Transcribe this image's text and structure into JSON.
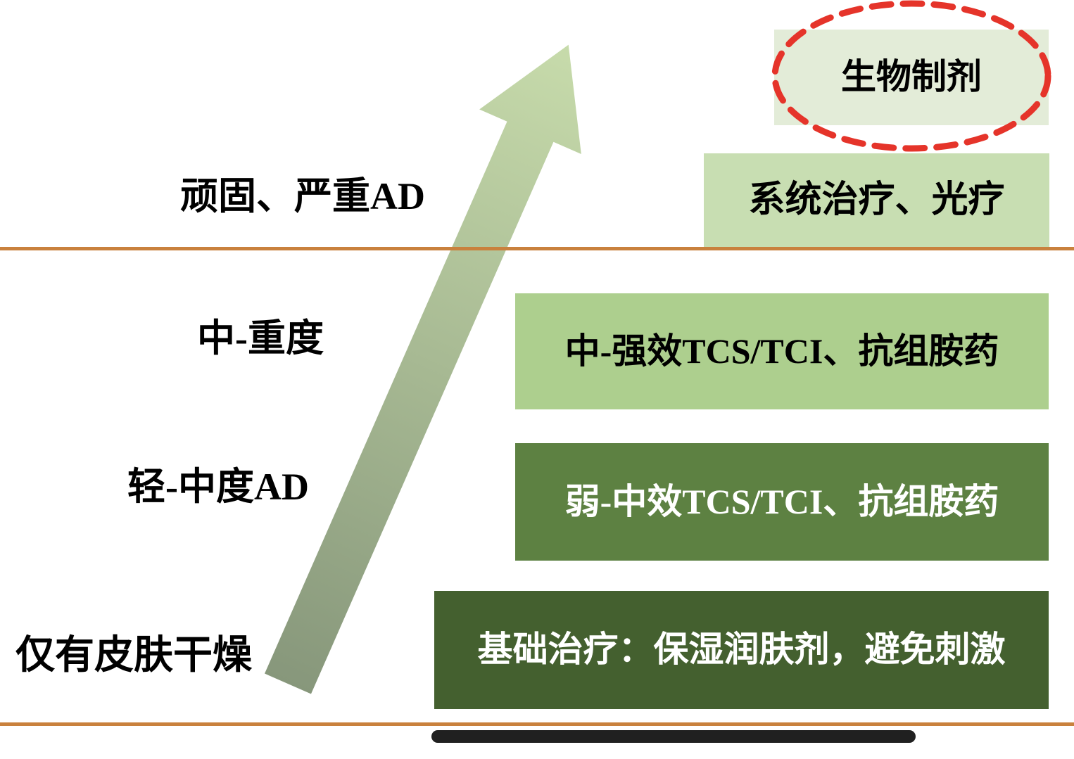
{
  "diagram": {
    "severity_labels": [
      {
        "text": "顽固、严重AD"
      },
      {
        "text": "中-重度"
      },
      {
        "text": "轻-中度AD"
      },
      {
        "text": "仅有皮肤干燥"
      }
    ],
    "treatments": [
      {
        "label": "生物制剂"
      },
      {
        "label": "系统治疗、光疗"
      },
      {
        "label": "中-强效TCS/TCI、抗组胺药"
      },
      {
        "label": "弱-中效TCS/TCI、抗组胺药"
      },
      {
        "label": "基础治疗：保湿润肤剂，避免刺激"
      }
    ],
    "arrow": {
      "direction": "up-right"
    },
    "colors": {
      "box_biologics_bg": "#e3ecd8",
      "box_systemic_bg": "#c8deb2",
      "box_mid_strong_bg": "#adcf8e",
      "box_weak_mid_bg": "#5d8142",
      "box_basic_bg": "#44602f",
      "divider_orange": "#c9813d",
      "highlight_ellipse_red": "#e5342a",
      "arrow_gradient_bottom": "#87977b",
      "arrow_gradient_top": "#c7dbab",
      "bottom_bar_black": "#202020",
      "text_dark": "#000000",
      "text_light": "#ffffff"
    }
  }
}
